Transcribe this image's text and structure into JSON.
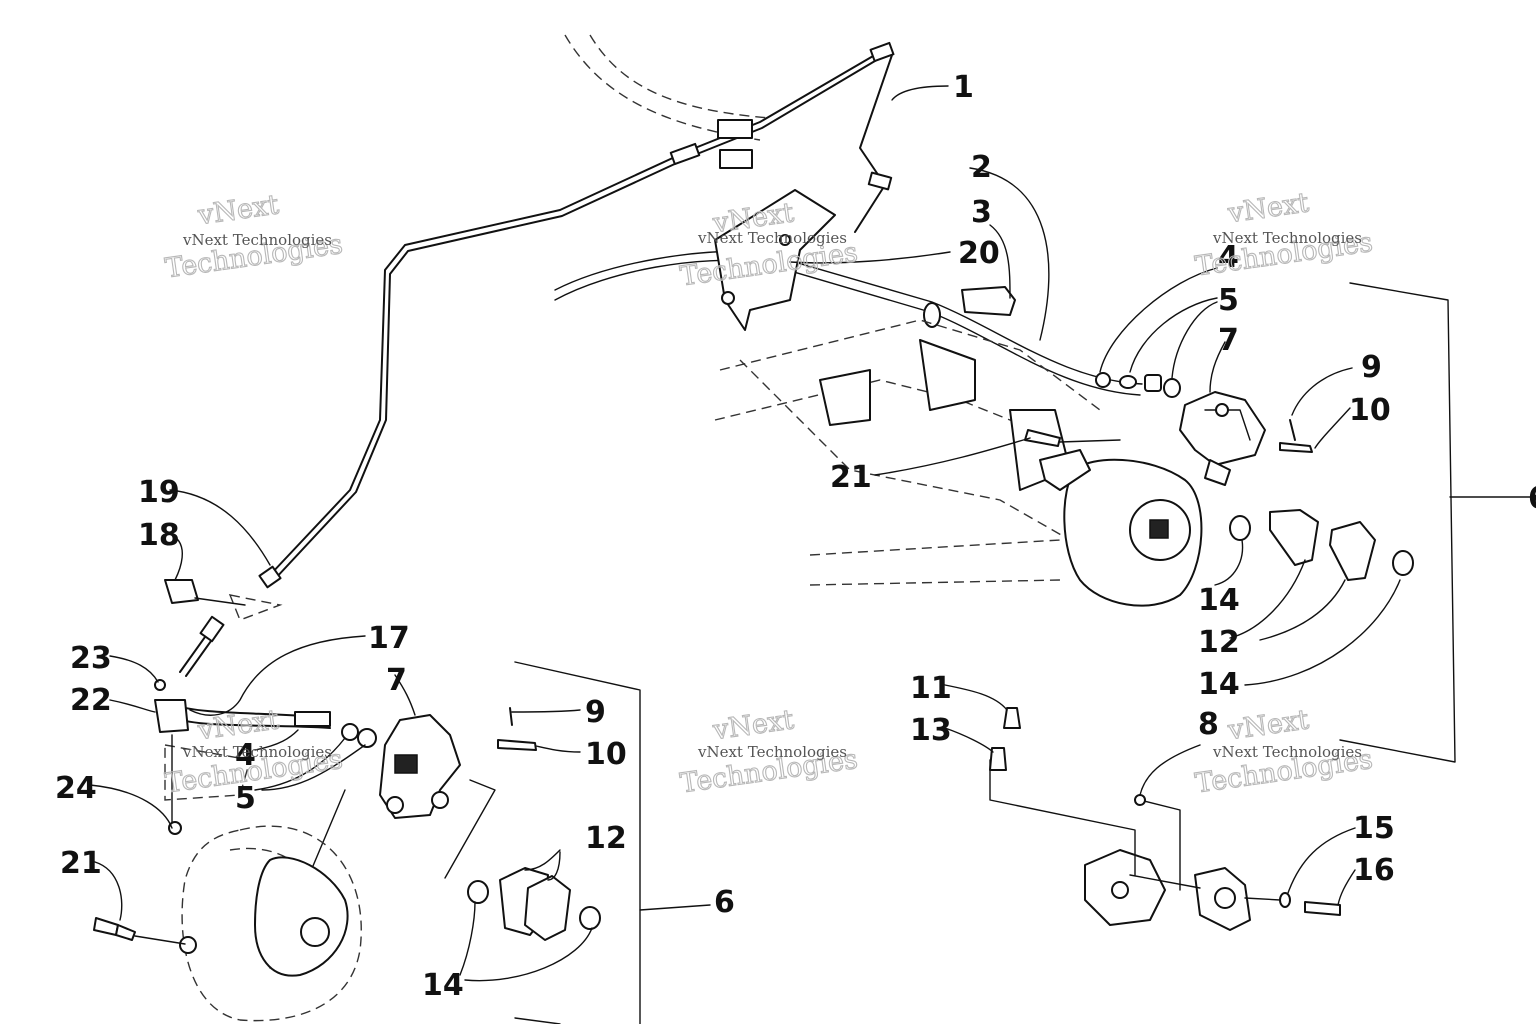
{
  "callouts": {
    "c1": "1",
    "c2": "2",
    "c3": "3",
    "c4a": "4",
    "c5a": "5",
    "c7a": "7",
    "c9a": "9",
    "c10a": "10",
    "c20": "20",
    "c21a": "21",
    "c14a": "14",
    "c12a": "12",
    "c14b": "14",
    "c11": "11",
    "c13": "13",
    "c8": "8",
    "c15": "15",
    "c16": "16",
    "c19": "19",
    "c18": "18",
    "c17": "17",
    "c7b": "7",
    "c9b": "9",
    "c10b": "10",
    "c23": "23",
    "c22": "22",
    "c4b": "4",
    "c5b": "5",
    "c24": "24",
    "c21b": "21",
    "c12b": "12",
    "c6": "6",
    "c14c": "14"
  },
  "watermarks": {
    "small": "vNext Technologies",
    "big_top": "vNext",
    "big_bottom": "Technologies"
  }
}
